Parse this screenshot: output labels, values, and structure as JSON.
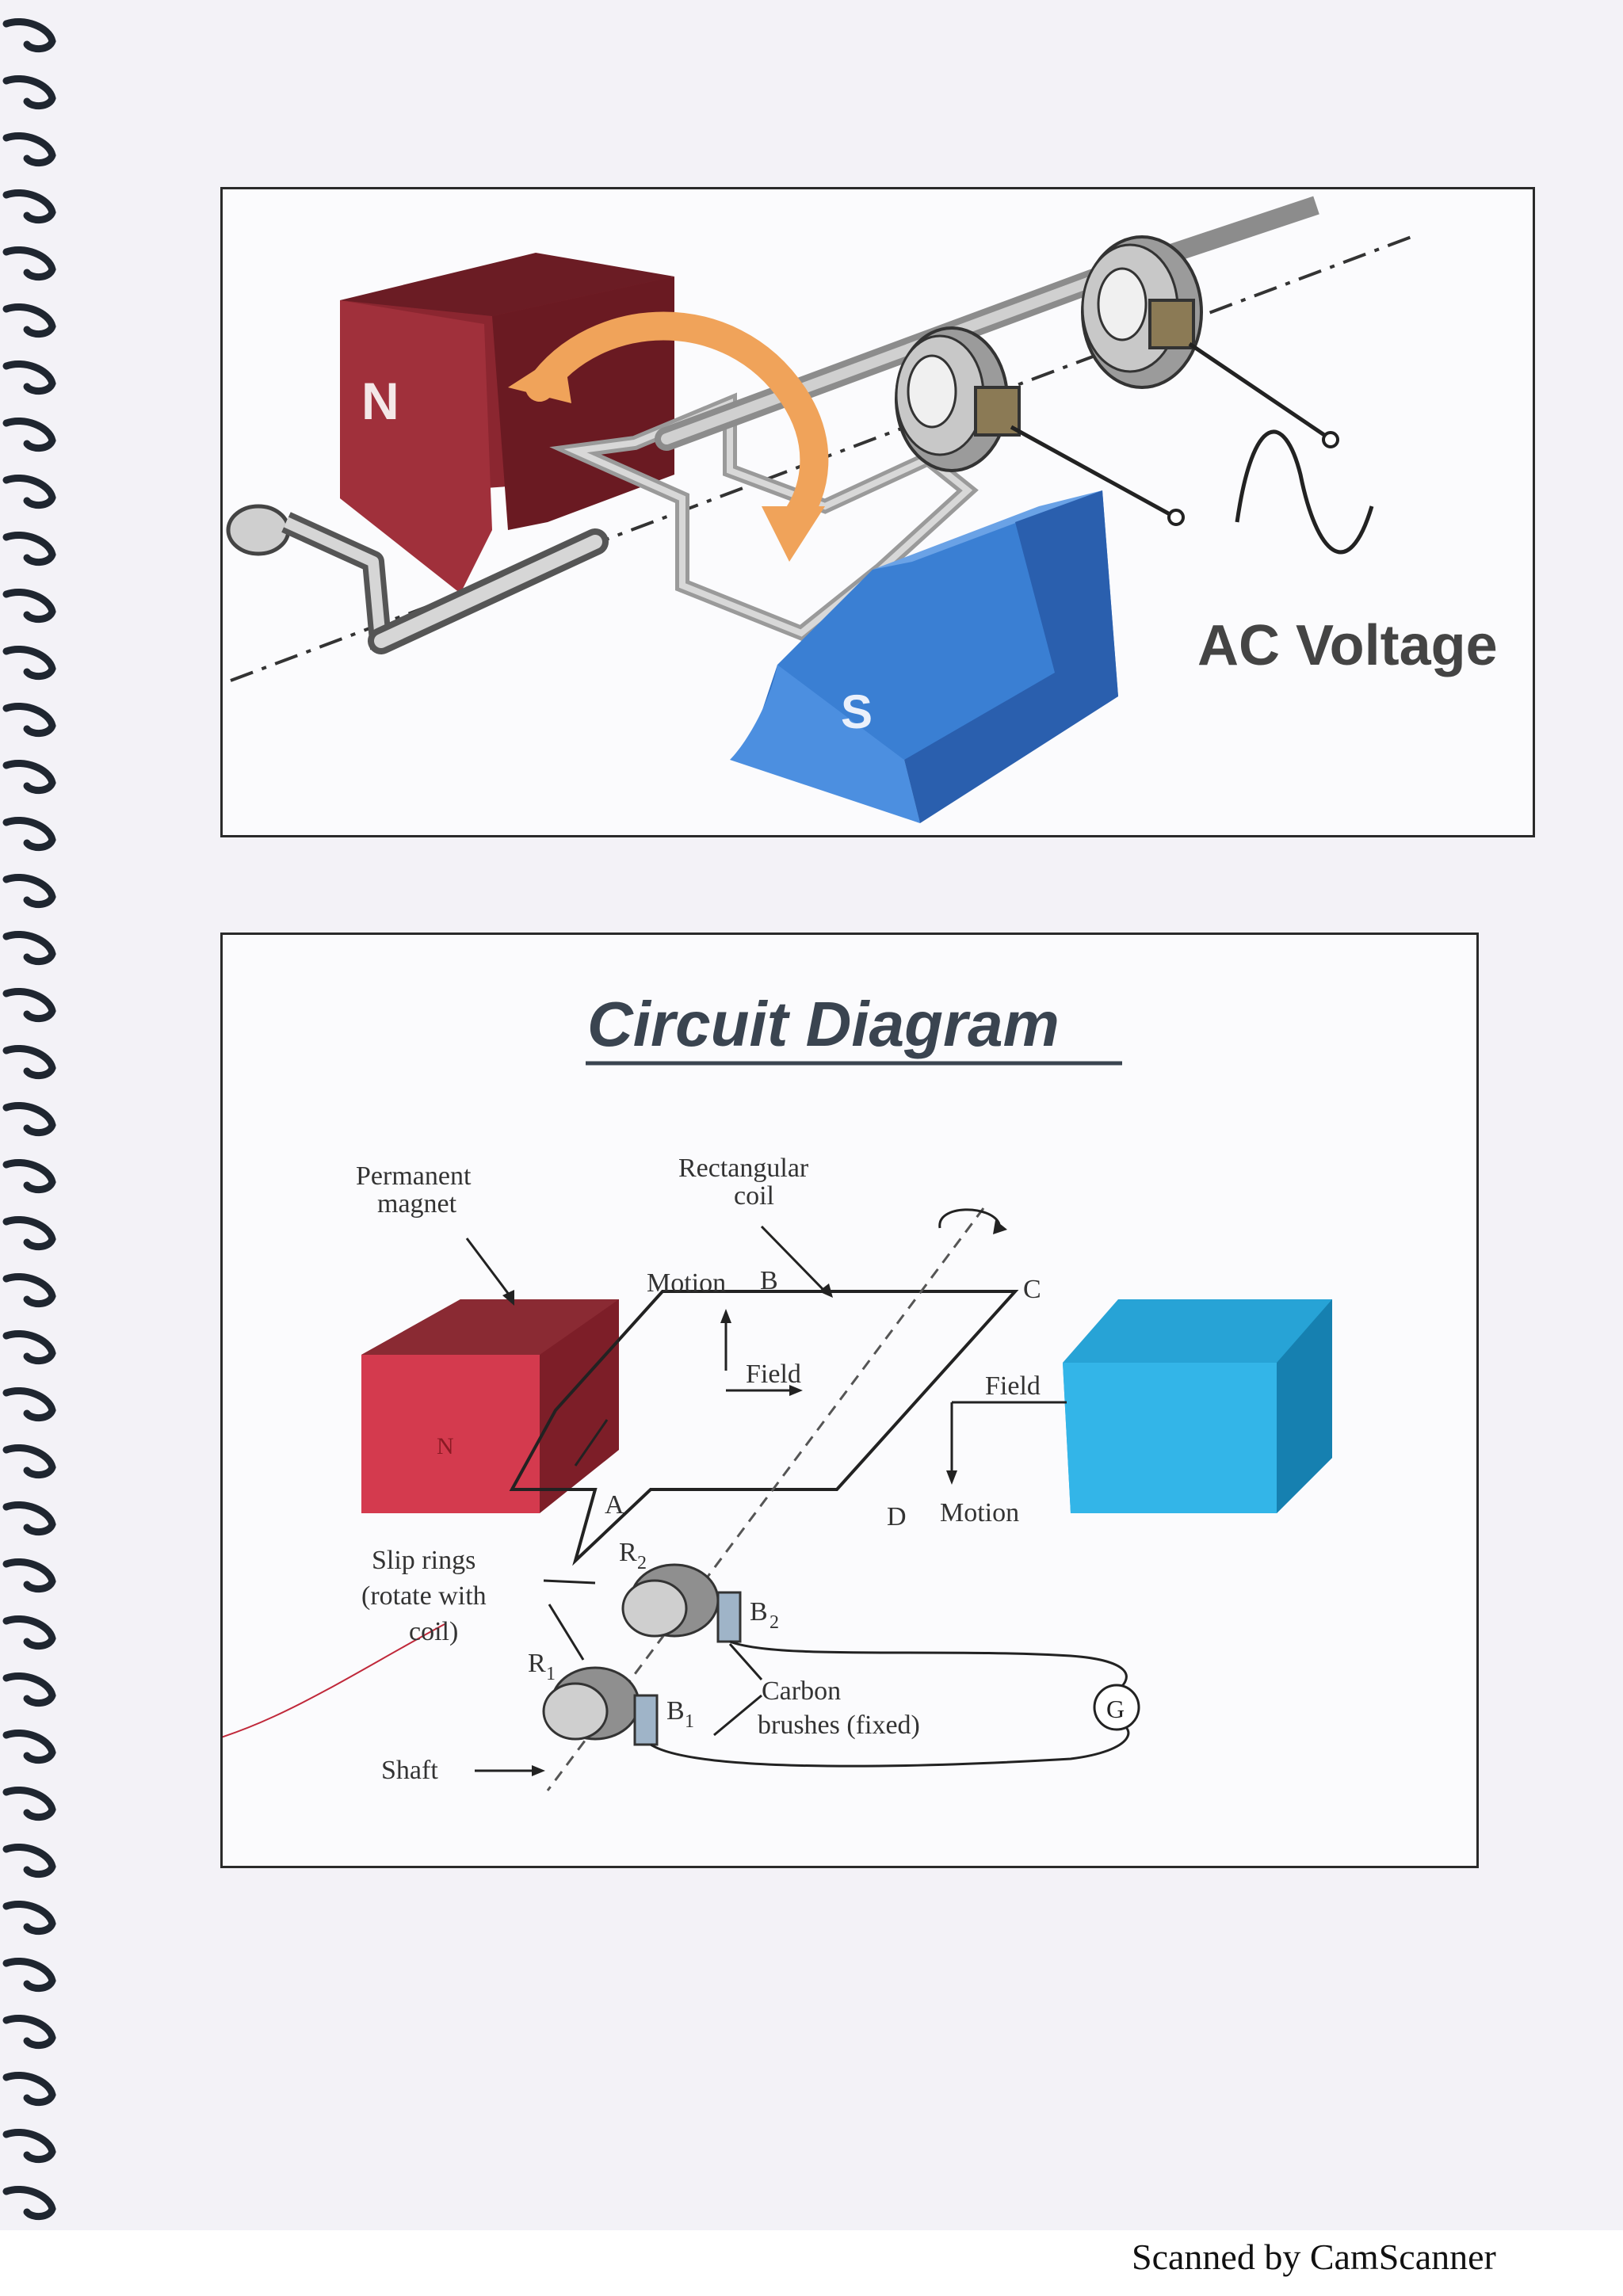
{
  "generator": {
    "north_label": "N",
    "south_label": "S",
    "output_label": "AC Voltage"
  },
  "circuit": {
    "title": "Circuit Diagram",
    "labels": {
      "permanent_magnet_1": "Permanent",
      "permanent_magnet_2": "magnet",
      "rect_coil_1": "Rectangular",
      "rect_coil_2": "coil",
      "motion_top": "Motion",
      "point_b": "B",
      "point_c": "C",
      "field_inner": "Field",
      "field_right": "Field",
      "point_a": "A",
      "point_d": "D",
      "motion_bottom": "Motion",
      "north_label": "N",
      "slip_rings_1": "Slip rings",
      "slip_rings_2": "(rotate with",
      "slip_rings_3": "coil)",
      "r2": "R",
      "r2_sub": "2",
      "b2": "B",
      "b2_sub": "2",
      "r1": "R",
      "r1_sub": "1",
      "b1": "B",
      "b1_sub": "1",
      "carbon_1": "Carbon",
      "carbon_2": "brushes (fixed)",
      "galvanometer": "G",
      "shaft": "Shaft"
    }
  },
  "footer": {
    "scanner_text": "Scanned by CamScanner"
  },
  "colors": {
    "north_magnet": "#8b2630",
    "south_magnet": "#2f6fc4",
    "arrow": "#f0a35a",
    "water_blue": "#27a3d6",
    "paper": "#f3f2f7"
  }
}
